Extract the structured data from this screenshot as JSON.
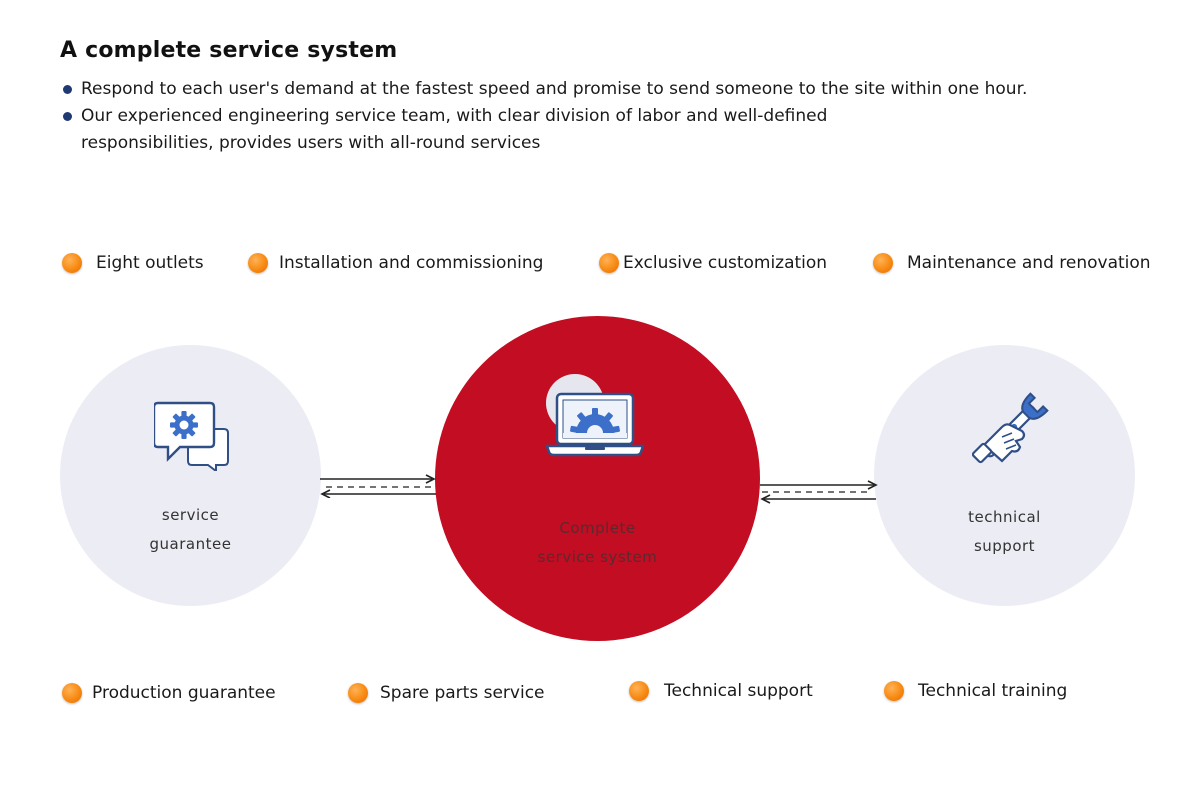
{
  "header": {
    "title": "A complete service system",
    "bullets": [
      "Respond to each user's demand at the fastest speed and promise to send someone to the site within one hour.",
      "Our experienced engineering service team, with clear division of labor and well-defined responsibilities, provides users with all-round services"
    ]
  },
  "top_tags": [
    "Eight outlets",
    "Installation and commissioning",
    "Exclusive customization",
    "Maintenance and renovation"
  ],
  "bottom_tags": [
    "Production guarantee",
    "Spare parts service",
    "Technical support",
    "Technical training"
  ],
  "circles": {
    "left": {
      "line1": "service",
      "line2": "guarantee",
      "icon": "gear-chat-icon"
    },
    "center": {
      "line1": "Complete",
      "line2": "service system",
      "icon": "laptop-gear-icon"
    },
    "right": {
      "line1": "technical",
      "line2": "support",
      "icon": "wrench-hand-icon"
    }
  },
  "colors": {
    "center_circle": "#c20d22",
    "side_circle": "#ececf5",
    "tag_dot": "#f78a12",
    "bullet_dot": "#1f3a73",
    "icon_blue": "#3b6fc9"
  }
}
